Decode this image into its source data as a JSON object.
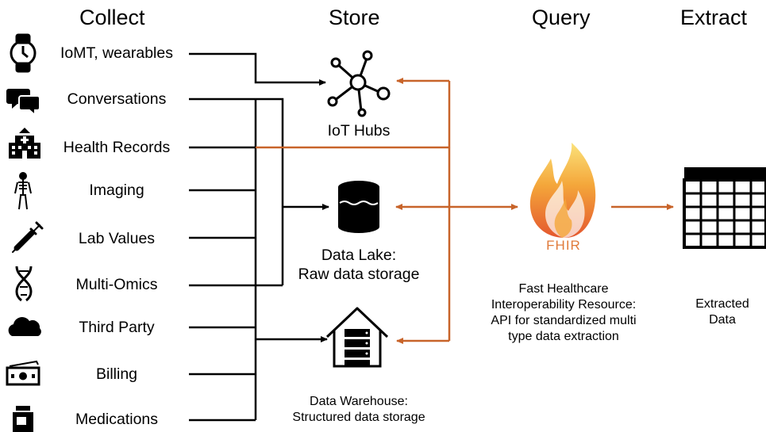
{
  "headers": {
    "collect": "Collect",
    "store": "Store",
    "query": "Query",
    "extract": "Extract"
  },
  "sources": [
    {
      "label": "IoMT, wearables",
      "icon": "watch-icon"
    },
    {
      "label": "Conversations",
      "icon": "chat-bubbles-icon"
    },
    {
      "label": "Health Records",
      "icon": "hospital-icon"
    },
    {
      "label": "Imaging",
      "icon": "skeleton-icon"
    },
    {
      "label": "Lab Values",
      "icon": "syringe-icon"
    },
    {
      "label": "Multi-Omics",
      "icon": "dna-icon"
    },
    {
      "label": "Third Party",
      "icon": "cloud-icon"
    },
    {
      "label": "Billing",
      "icon": "money-icon"
    },
    {
      "label": "Medications",
      "icon": "pill-bottle-icon"
    }
  ],
  "stores": {
    "iot_hubs": {
      "label": "IoT Hubs",
      "icon": "hub-network-icon"
    },
    "data_lake": {
      "line1": "Data Lake:",
      "line2": "Raw data storage",
      "icon": "database-icon"
    },
    "data_warehouse": {
      "line1": "Data Warehouse:",
      "line2": "Structured data storage",
      "icon": "warehouse-icon"
    }
  },
  "query": {
    "logo_text": "FHIR",
    "icon": "fhir-flame-icon",
    "line1": "Fast Healthcare",
    "line2": "Interoperability Resource:",
    "line3": "API for standardized multi",
    "line4": "type data extraction"
  },
  "extract": {
    "line1": "Extracted",
    "line2": "Data",
    "icon": "table-grid-icon"
  },
  "colors": {
    "line": "#000000",
    "accent": "#c8642a",
    "flame_light": "#f6c94a",
    "flame_dark": "#e4572e"
  }
}
